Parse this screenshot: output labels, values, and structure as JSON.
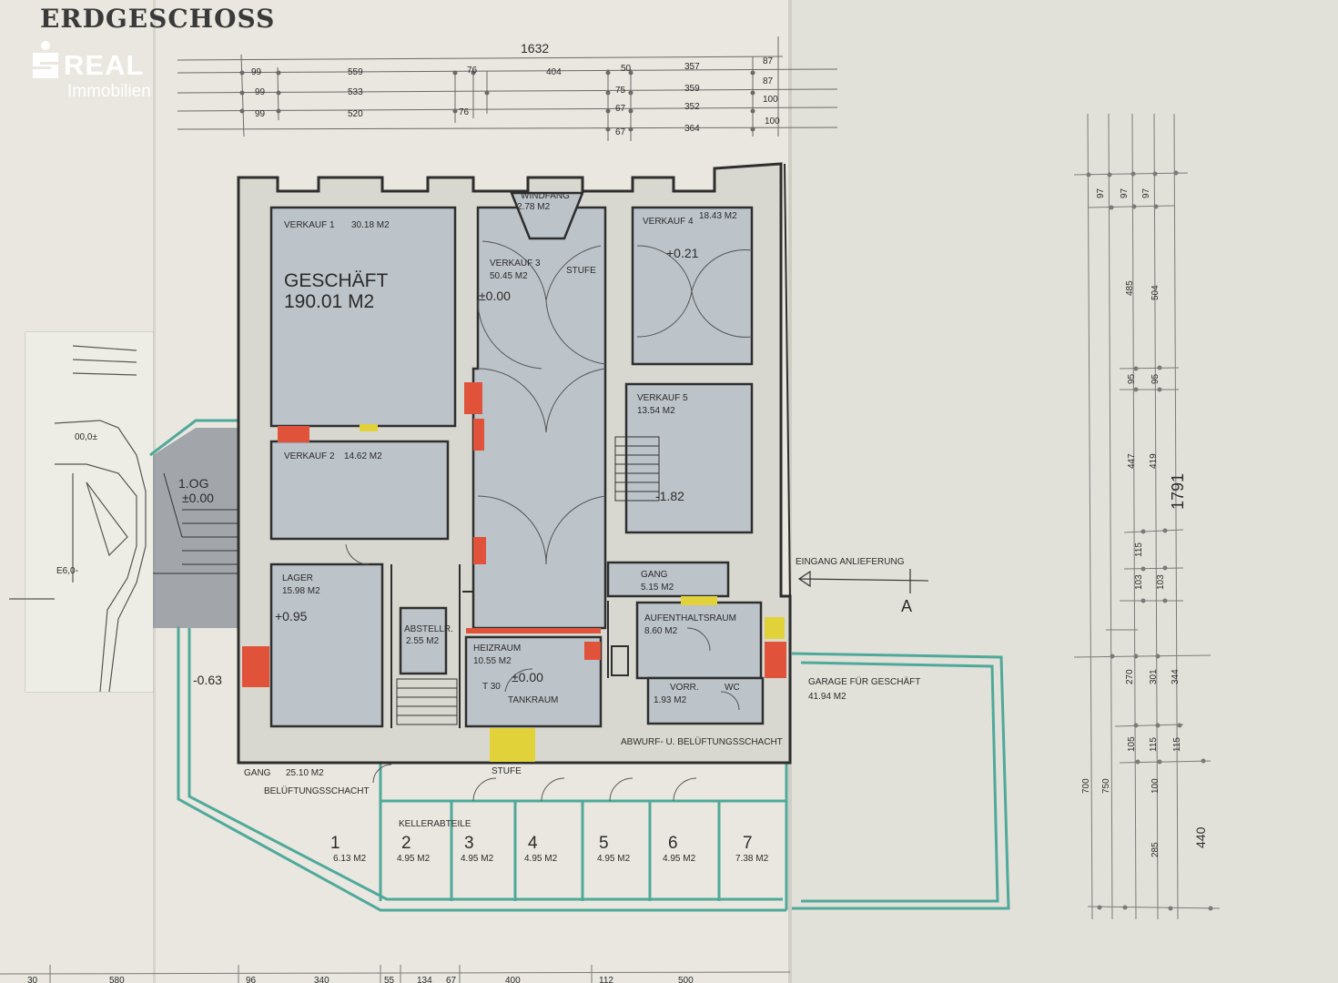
{
  "sheet_title": "ERDGESCHOSS",
  "logo": {
    "brand": "REAL",
    "sub": "Immobilien"
  },
  "dimensions": {
    "total_width": "1632",
    "top_row1": [
      "99",
      "559",
      "76",
      "404",
      "50",
      "357",
      "87"
    ],
    "top_row2": [
      "99",
      "533",
      "75",
      "359",
      "87"
    ],
    "top_row3": [
      "99",
      "520",
      "76",
      "67",
      "352",
      "100"
    ],
    "top_row4": [
      "67",
      "364",
      "100"
    ],
    "right_total": "1791",
    "right_misc": [
      "97",
      "97",
      "97",
      "485",
      "504",
      "95",
      "95",
      "447",
      "419",
      "115",
      "103",
      "103",
      "270",
      "301",
      "344",
      "105",
      "115",
      "115",
      "750",
      "700",
      "100",
      "285",
      "440"
    ],
    "bottom": [
      "30",
      "580",
      "96",
      "340",
      "55",
      "134",
      "67",
      "400",
      "112",
      "500"
    ]
  },
  "rooms": {
    "verkauf1": {
      "name": "VERKAUF 1",
      "area": "30.18 M2"
    },
    "geschaeft": {
      "name": "GESCHÄFT",
      "area": "190.01 M2"
    },
    "verkauf3": {
      "name": "VERKAUF 3",
      "area": "50.45 M2",
      "level": "±0.00"
    },
    "windfang": {
      "name": "WINDFANG",
      "area": "2.78 M2"
    },
    "stufe_top": "STUFE",
    "verkauf4": {
      "name": "VERKAUF 4",
      "area": "18.43 M2",
      "level": "+0.21"
    },
    "verkauf5": {
      "name": "VERKAUF 5",
      "area": "13.54 M2",
      "level": "-1.82"
    },
    "verkauf2": {
      "name": "VERKAUF 2",
      "area": "14.62 M2"
    },
    "lager": {
      "name": "LAGER",
      "area": "15.98 M2",
      "level": "+0.95"
    },
    "abstell": {
      "name": "ABSTELLR.",
      "area": "2.55 M2"
    },
    "heizraum": {
      "name": "HEIZRAUM",
      "area": "10.55 M2",
      "level": "±0.00"
    },
    "tankraum": "TANKRAUM",
    "t30": "T 30",
    "gang": {
      "name": "GANG",
      "area": "5.15 M2"
    },
    "aufenthalt": {
      "name": "AUFENTHALTSRAUM",
      "area": "8.60 M2"
    },
    "vorr": {
      "name": "VORR.",
      "area": "1.93 M2"
    },
    "wc": "WC",
    "garage": {
      "name": "GARAGE FÜR GESCHÄFT",
      "area": "41.94 M2"
    },
    "gang_bottom": {
      "name": "GANG",
      "area": "25.10 M2"
    },
    "lueftung_left": "BELÜFTUNGSSCHACHT",
    "lueftung_right": "ABWURF- U. BELÜFTUNGSSCHACHT",
    "stufe_bottom": "STUFE",
    "kellerabteile": "KELLERABTEILE",
    "og": {
      "name": "1.OG",
      "level": "±0.00"
    },
    "level_left": "-0.63",
    "eingang": "EINGANG ANLIEFERUNG",
    "section": "A",
    "tracing_levels": [
      "00,0±",
      "E6,0-"
    ]
  },
  "keller": [
    {
      "no": "1",
      "area": "6.13 M2"
    },
    {
      "no": "2",
      "area": "4.95 M2"
    },
    {
      "no": "3",
      "area": "4.95 M2"
    },
    {
      "no": "4",
      "area": "4.95 M2"
    },
    {
      "no": "5",
      "area": "4.95 M2"
    },
    {
      "no": "6",
      "area": "4.95 M2"
    },
    {
      "no": "7",
      "area": "7.38 M2"
    }
  ],
  "colors": {
    "room_fill": "#bcc3c9",
    "wall": "#2e2e2e",
    "teal": "#4fa99a",
    "red": "#e0533a",
    "yellow": "#e2d23a",
    "dark_fill": "#8a9099"
  }
}
